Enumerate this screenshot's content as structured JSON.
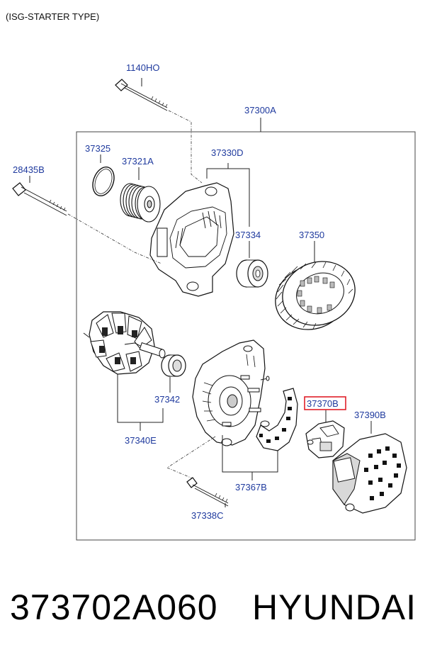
{
  "header": {
    "title": "(ISG-STARTER TYPE)"
  },
  "callouts": {
    "bolt_top": "1140HO",
    "assembly": "37300A",
    "oring": "37325",
    "pulley": "37321A",
    "front_housing_assy": "37330D",
    "bolt_left": "28435B",
    "bearing_front": "37334",
    "stator": "37350",
    "bearing_rear": "37342",
    "rotor": "37340E",
    "regulator": "37370B",
    "rear_cover": "37390B",
    "rectifier": "37367B",
    "through_bolt": "37338C"
  },
  "footer": {
    "part_number": "373702A060",
    "brand": "HYUNDAI"
  },
  "colors": {
    "callout_text": "#1f3a9e",
    "highlight_box": "#e0202a",
    "line": "#222222"
  }
}
